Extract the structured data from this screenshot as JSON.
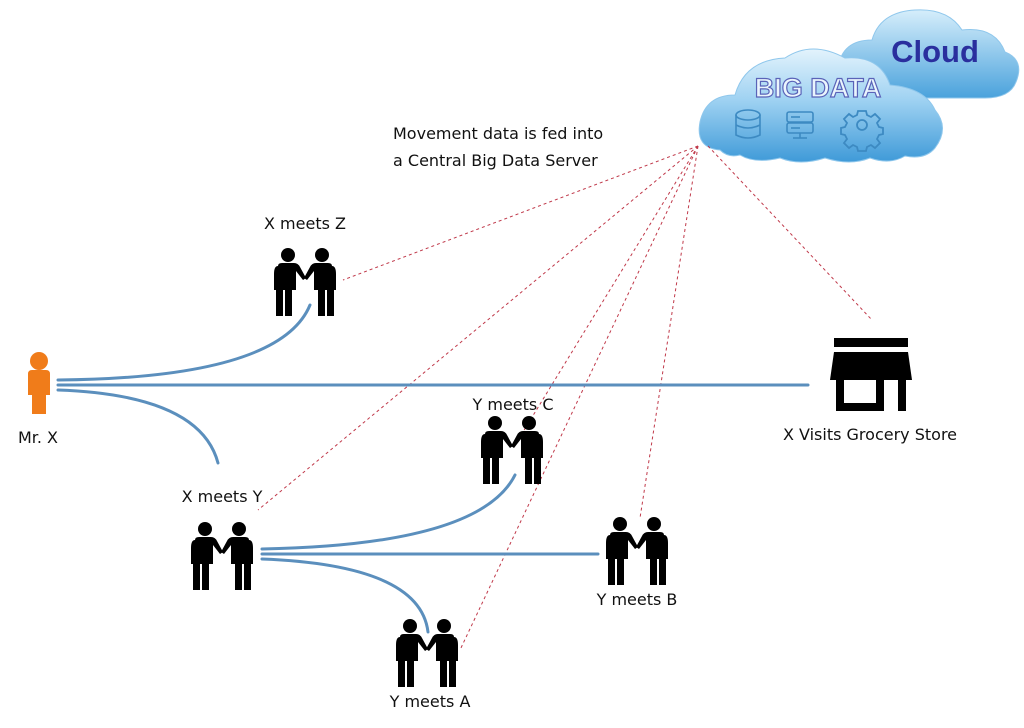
{
  "colors": {
    "flow_line": "#5b8fbd",
    "data_link": "#c0394a",
    "person_mr_x": "#f07c1a",
    "pictogram": "#000000",
    "cloud_fill": "#5fb2e6",
    "cloud_text": "#2a2f9e"
  },
  "cloud": {
    "back_label": "Cloud",
    "front_label": "BIG DATA",
    "icons": [
      "database-icon",
      "server-icon",
      "gear-icon"
    ]
  },
  "note": {
    "line1": "Movement data is fed into",
    "line2": "a Central Big Data Server"
  },
  "nodes": [
    {
      "id": "mr_x",
      "label": "Mr. X",
      "icon": "person-icon"
    },
    {
      "id": "x_meets_z",
      "label": "X meets Z",
      "icon": "handshake-icon"
    },
    {
      "id": "x_meets_y",
      "label": "X meets Y",
      "icon": "handshake-icon"
    },
    {
      "id": "grocery",
      "label": "X Visits Grocery Store",
      "icon": "store-icon"
    },
    {
      "id": "y_meets_c",
      "label": "Y meets C",
      "icon": "handshake-icon"
    },
    {
      "id": "y_meets_b",
      "label": "Y meets B",
      "icon": "handshake-icon"
    },
    {
      "id": "y_meets_a",
      "label": "Y meets A",
      "icon": "handshake-icon"
    }
  ],
  "flows": [
    {
      "from": "mr_x",
      "to": "x_meets_z"
    },
    {
      "from": "mr_x",
      "to": "grocery"
    },
    {
      "from": "mr_x",
      "to": "x_meets_y"
    },
    {
      "from": "x_meets_y",
      "to": "y_meets_c"
    },
    {
      "from": "x_meets_y",
      "to": "y_meets_b"
    },
    {
      "from": "x_meets_y",
      "to": "y_meets_a"
    }
  ],
  "data_links_to": "cloud",
  "data_links_from": [
    "x_meets_z",
    "x_meets_y",
    "y_meets_c",
    "y_meets_a",
    "y_meets_b",
    "grocery"
  ]
}
